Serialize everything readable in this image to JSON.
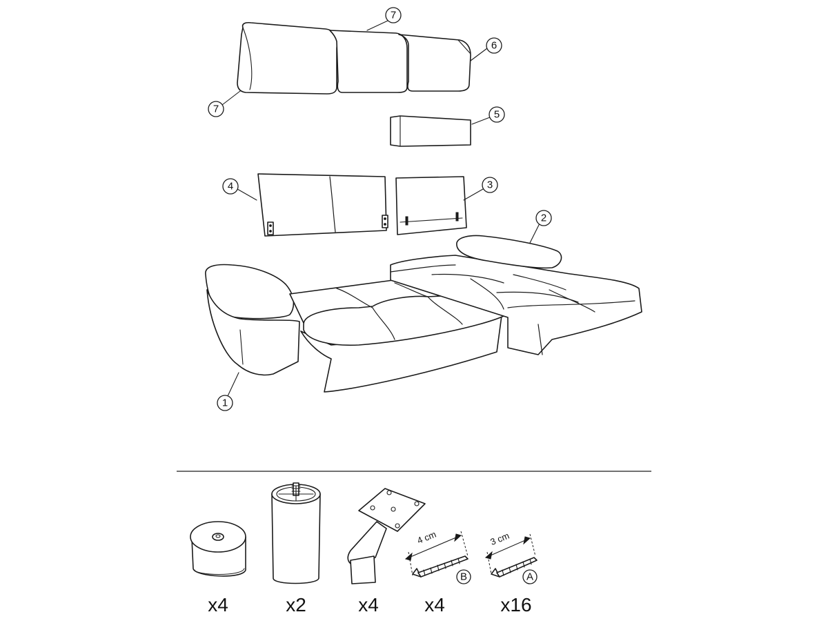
{
  "callouts": {
    "c1": "1",
    "c2": "2",
    "c3": "3",
    "c4": "4",
    "c5": "5",
    "c6": "6",
    "c7a": "7",
    "c7b": "7"
  },
  "hardware": {
    "foot_round_qty": "x4",
    "foot_cylinder_qty": "x2",
    "foot_angled_qty": "x4",
    "screw_b_qty": "x4",
    "screw_a_qty": "x16",
    "screw_b_length": "4 cm",
    "screw_a_length": "3 cm",
    "screw_b_label": "B",
    "screw_a_label": "A"
  }
}
